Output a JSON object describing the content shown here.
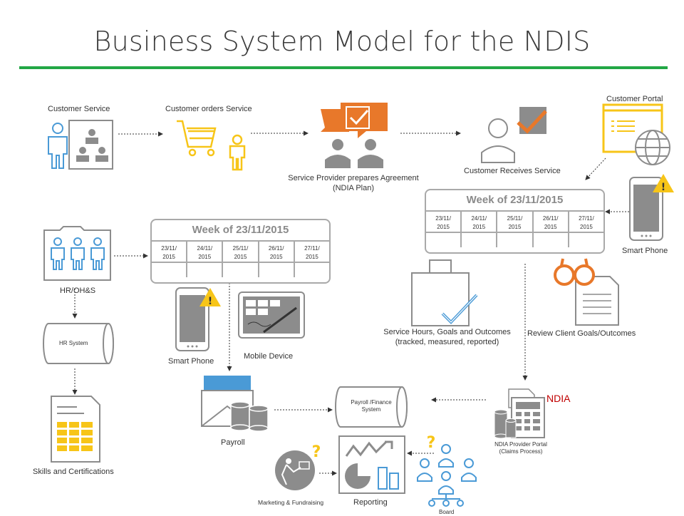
{
  "title": "Business System Model for the NDIS",
  "colors": {
    "accent_green": "#22a745",
    "blue": "#4a9ad6",
    "orange": "#e8782a",
    "yellow": "#f7c518",
    "gray": "#8c8c8c",
    "ndia_red": "#c00000"
  },
  "nodes": {
    "customer_service": "Customer Service",
    "customer_orders": "Customer orders Service",
    "provider_agreement": "Service Provider prepares Agreement",
    "provider_agreement_sub": "(NDIA Plan)",
    "customer_receives": "Customer Receives Service",
    "customer_portal": "Customer Portal",
    "smart_phone_right": "Smart Phone",
    "hr_ohs": "HR/OH&S",
    "hr_system": "HR System",
    "skills": "Skills and Certifications",
    "smart_phone_left": "Smart Phone",
    "mobile_device": "Mobile Device",
    "service_hours": "Service Hours, Goals and Outcomes",
    "service_hours_sub": "(tracked, measured, reported)",
    "review_goals": "Review Client Goals/Outcomes",
    "payroll": "Payroll",
    "payroll_finance": "Payroll /Finance",
    "payroll_finance_sub": "System",
    "ndia": "NDIA",
    "ndia_portal": "NDIA Provider Portal",
    "ndia_portal_sub": "(Claims Process)",
    "marketing": "Marketing & Fundraising",
    "reporting": "Reporting",
    "board": "Board"
  },
  "week_left": {
    "title": "Week of 23/11/2015",
    "days": [
      "23/11/",
      "24/11/",
      "25/11/",
      "26/11/",
      "27/11/"
    ],
    "year": "2015"
  },
  "week_right": {
    "title": "Week of 23/11/2015",
    "days": [
      "23/11/",
      "24/11/",
      "25/11/",
      "26/11/",
      "27/11/"
    ],
    "year": "2015"
  },
  "icons": [
    "people-icon",
    "shopping-cart-icon",
    "chat-check-icon",
    "person-check-icon",
    "portal-globe-icon",
    "smartphone-warning-icon",
    "team-folder-icon",
    "database-cylinder-icon",
    "spreadsheet-doc-icon",
    "tablet-icon",
    "shopping-bag-check-icon",
    "glasses-document-icon",
    "payroll-envelope-icon",
    "ndia-calculator-icon",
    "marketing-icon",
    "reporting-chart-icon",
    "org-chart-question-icon"
  ]
}
